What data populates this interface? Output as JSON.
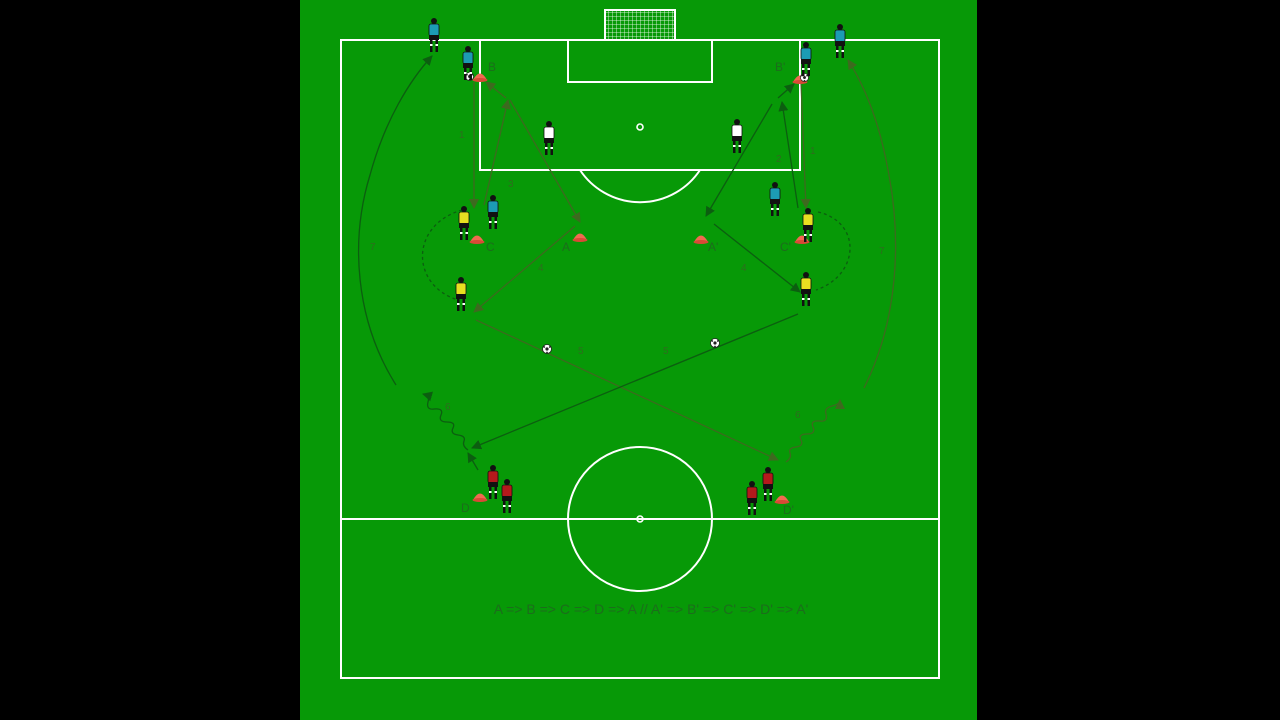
{
  "colors": {
    "background": "#000000",
    "pitch": "#079907",
    "lines": "#ffffff",
    "arrow": "#0c5e10",
    "arrow_light": "#3d6a1f",
    "label": "#1c6d1c",
    "cone": "#f06a50",
    "team_cyan": "#1c9bb4",
    "team_yellow": "#e8df21",
    "team_red": "#b4191c",
    "team_white": "#ffffff"
  },
  "labels": {
    "cone_a": "A",
    "cone_a_prime": "A'",
    "cone_b": "B",
    "cone_b_prime": "B'",
    "cone_c": "C",
    "cone_c_prime": "C'",
    "cone_d": "D",
    "cone_d_prime": "D'"
  },
  "step_numbers": {
    "left_1": "1",
    "right_1": "1",
    "right_2": "2",
    "left_3": "3",
    "left_4": "4",
    "right_4": "4",
    "left_5": "5",
    "right_5": "5",
    "left_6": "6",
    "right_6": "6",
    "left_7": "7",
    "right_7": "7"
  },
  "rotation_sequence": "A => B => C => D => A // A' => B' => C' => D' => A'"
}
